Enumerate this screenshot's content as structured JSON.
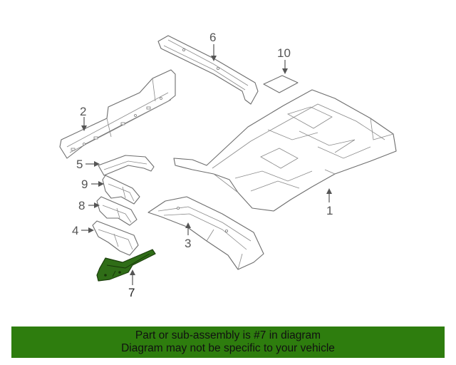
{
  "diagram": {
    "highlight_color": "#2f6d17",
    "selected_part": "7",
    "callouts": {
      "c1": "1",
      "c2": "2",
      "c3": "3",
      "c4": "4",
      "c5": "5",
      "c6": "6",
      "c7": "7",
      "c8": "8",
      "c9": "9",
      "c10": "10"
    }
  },
  "banner": {
    "background": "#2e7d0e",
    "line1": "Part or sub-assembly is #7 in diagram",
    "line2": "Diagram may not be specific to your vehicle"
  }
}
